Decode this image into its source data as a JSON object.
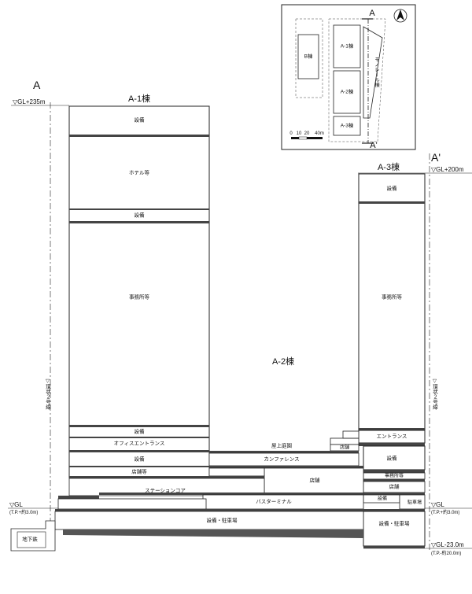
{
  "section": {
    "start": "A",
    "end": "A'"
  },
  "buildings": {
    "a1": "A-1棟",
    "a2": "A-2棟",
    "a3": "A-3棟"
  },
  "levels": {
    "a1_top": "▽GL+235m",
    "a3_top": "▽GL+200m",
    "gl_left": "▽GL",
    "gl_left_sub": "(T.P.+約3.0m)",
    "gl_right": "▽GL",
    "gl_right_sub": "(T.P.+約3.0m)",
    "bottom": "▽GL-23.0m",
    "bottom_sub": "(T.P.-約20.0m)"
  },
  "road_labels": {
    "left": "▽環状２号線",
    "right": "▽環状２号線"
  },
  "a1_floors": {
    "f1": "設備",
    "f2": "ホテル等",
    "f3": "設備",
    "f4": "事務所等",
    "f5": "設備",
    "f6": "オフィスエントランス",
    "f7": "設備",
    "f8": "店舗等"
  },
  "a2_floors": {
    "roof": "屋上庭園",
    "shop_small": "店舗",
    "conf": "カンファレンス",
    "shop_big": "店舗",
    "station": "ステーションコア",
    "bus": "バスターミナル",
    "parking": "設備・駐車場",
    "subway": "地下鉄"
  },
  "a3_floors": {
    "f1": "設備",
    "f2": "事務所等",
    "f3": "エントランス",
    "f4": "設備",
    "f5": "事務所等",
    "f6": "店舗",
    "f7": "設備",
    "f8": "駐車場",
    "f9": "設備・駐車場"
  },
  "keymap": {
    "north_label": "A",
    "south_label": "A'",
    "b_label": "B棟",
    "a1_label": "A-1棟",
    "a2_label": "A-2棟",
    "a3_label": "A-3棟",
    "mono_label": "モノレール棟",
    "scale_ticks": [
      "0",
      "10",
      "20",
      "40m"
    ]
  }
}
